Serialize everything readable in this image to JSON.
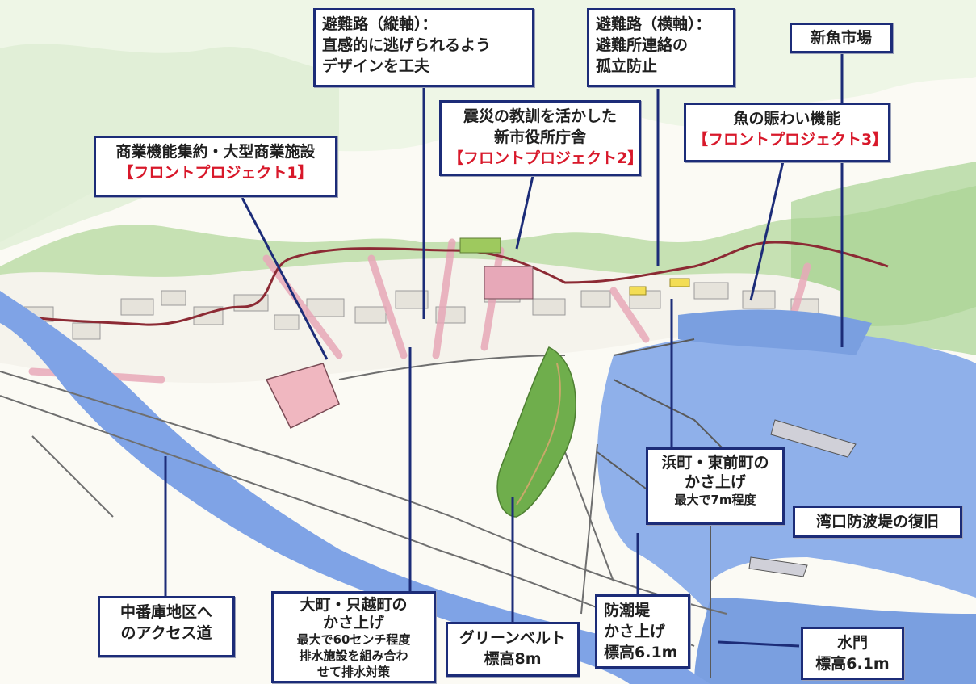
{
  "colors": {
    "callout_border": "#1c2c78",
    "leader_line": "#1c2c78",
    "project_red": "#d8182a",
    "water": "#7a9fe0",
    "hills": "#8fc47a",
    "evac_route": "#8c2a34"
  },
  "labels": {
    "evac_vertical": [
      "避難路（縦軸）：",
      "直感的に逃げられるよう",
      "デザインを工夫"
    ],
    "evac_horizontal": [
      "避難路（横軸）：",
      "避難所連絡の",
      "孤立防止"
    ],
    "fish_market": [
      "新魚市場"
    ],
    "city_hall": [
      "震災の教訓を活かした",
      "新市役所庁舎",
      "【フロントプロジェクト2】"
    ],
    "fish_bustle": [
      "魚の賑わい機能",
      "【フロントプロジェクト3】"
    ],
    "commercial": [
      "商業機能集約・大型商業施設",
      "【フロントプロジェクト1】"
    ],
    "hamamachi": [
      "浜町・東前町の",
      "かさ上げ",
      "最大で7m程度"
    ],
    "breakwater": [
      "湾口防波堤の復旧"
    ],
    "access_road": [
      "中番庫地区へ",
      "のアクセス道"
    ],
    "omachi": [
      "大町・只越町の",
      "かさ上げ",
      "最大で60センチ程度",
      "排水施設を組み合わ",
      "せて排水対策"
    ],
    "greenbelt": [
      "グリーンベルト",
      "標高8m"
    ],
    "seawall": [
      "防潮堤",
      "かさ上げ",
      "標高6.1m"
    ],
    "floodgate": [
      "水門",
      "標高6.1m"
    ]
  }
}
